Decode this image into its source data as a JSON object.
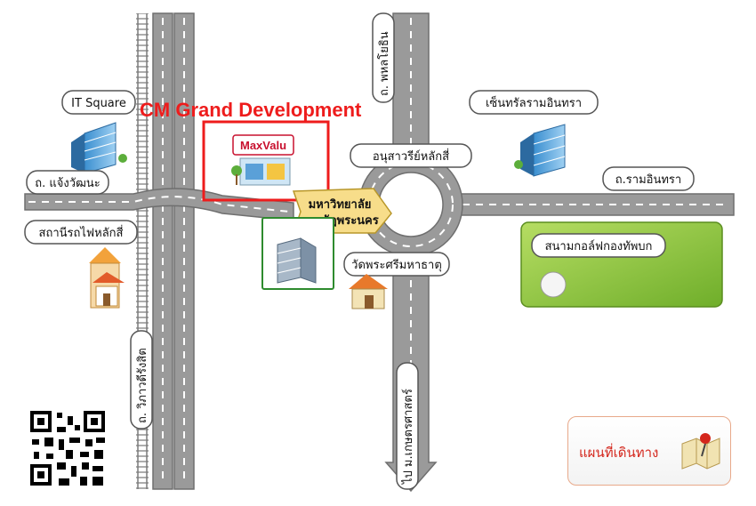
{
  "map_title": "CM Grand Development",
  "store_logo": "MaxValu",
  "places": {
    "it_square": "IT Square",
    "central_ramintra": "เซ็นทรัลรามอินทรา",
    "monument": "อนุสาวรีย์หลักสี่",
    "university": "มหาวิทยาลัย\nราชภัฏพระนคร",
    "university_line1": "มหาวิทยาลัย",
    "university_line2": "ราชภัฏพระนคร",
    "temple": "วัดพระศรีมหาธาตุ",
    "golf_course": "สนามกอล์ฟกองทัพบก",
    "station": "สถานีรถไฟหลักสี่"
  },
  "roads": {
    "chaeng_watthana": "ถ. แจ้งวัฒนะ",
    "phahonyothin": "ถ. พหลโยธิน",
    "ramintra": "ถ.รามอินทรา",
    "vibhavadi": "ถ. วิภาวดีรังสิต",
    "kaset": "ไป ม.เกษตรศาสตร์"
  },
  "legend_button": "แผนที่เดินทาง",
  "colors": {
    "road": "#9a9a9a",
    "road_edge": "#6f6f6f",
    "lane": "#ffffff",
    "highlight_box": "#ee1c1c",
    "golf_green": "#8cc63f",
    "university_border": "#2e8b2e"
  }
}
